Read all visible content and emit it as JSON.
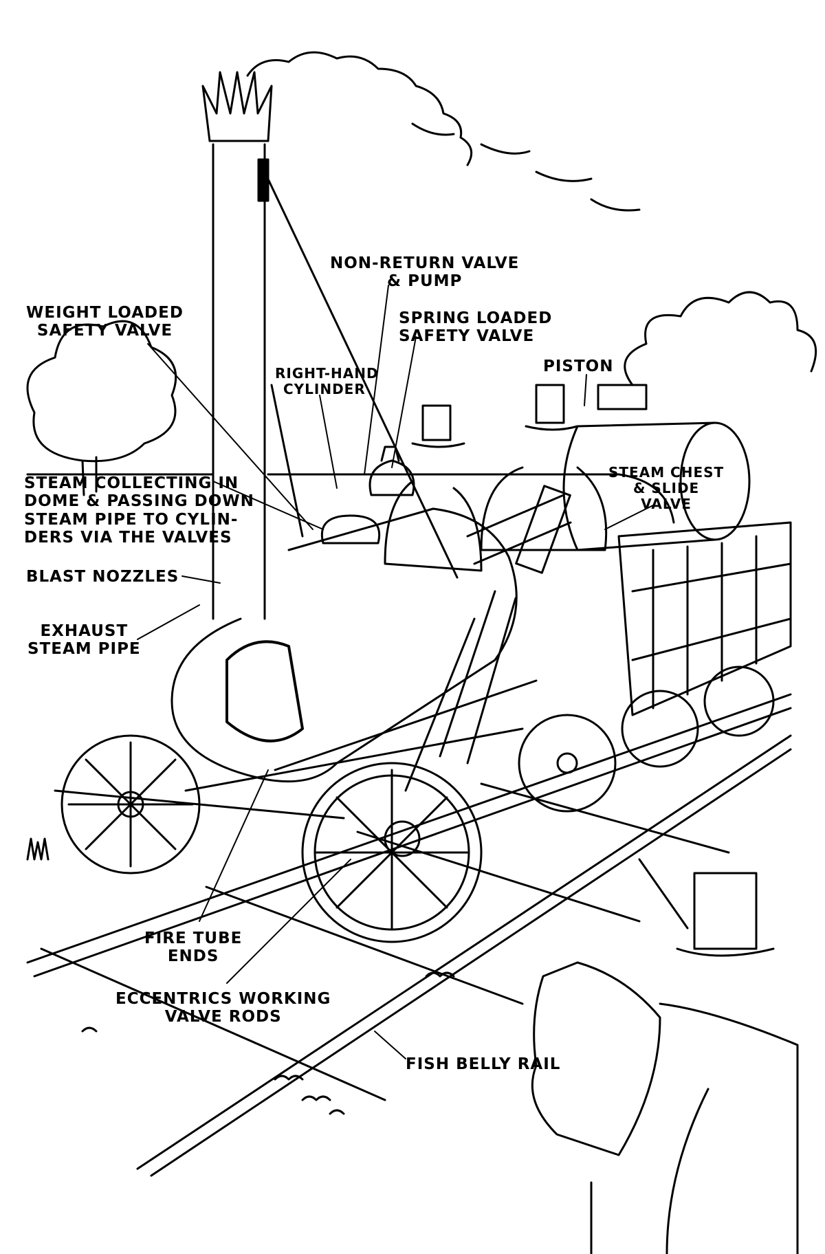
{
  "colors": {
    "ink": "#000000",
    "paper": "#ffffff"
  },
  "labels": {
    "non_return_valve": [
      "NON-RETURN VALVE",
      "& PUMP"
    ],
    "weight_loaded_safety_valve": [
      "WEIGHT LOADED",
      "SAFETY VALVE"
    ],
    "spring_loaded_safety_valve": [
      "SPRING LOADED",
      "SAFETY VALVE"
    ],
    "right_hand_cylinder": [
      "RIGHT-HAND",
      "CYLINDER"
    ],
    "piston": [
      "PISTON"
    ],
    "steam_collecting": [
      "STEAM COLLECTING IN",
      "DOME & PASSING DOWN",
      "STEAM PIPE TO CYLIN-",
      "DERS VIA THE VALVES"
    ],
    "steam_chest": [
      "STEAM CHEST",
      "& SLIDE",
      "VALVE"
    ],
    "blast_nozzles": [
      "BLAST NOZZLES"
    ],
    "exhaust_steam_pipe": [
      "EXHAUST",
      "STEAM PIPE"
    ],
    "fire_tube_ends": [
      "FIRE TUBE",
      "ENDS"
    ],
    "eccentrics": [
      "ECCENTRICS WORKING",
      "VALVE RODS"
    ],
    "fish_belly_rail": [
      "FISH BELLY RAIL"
    ]
  }
}
